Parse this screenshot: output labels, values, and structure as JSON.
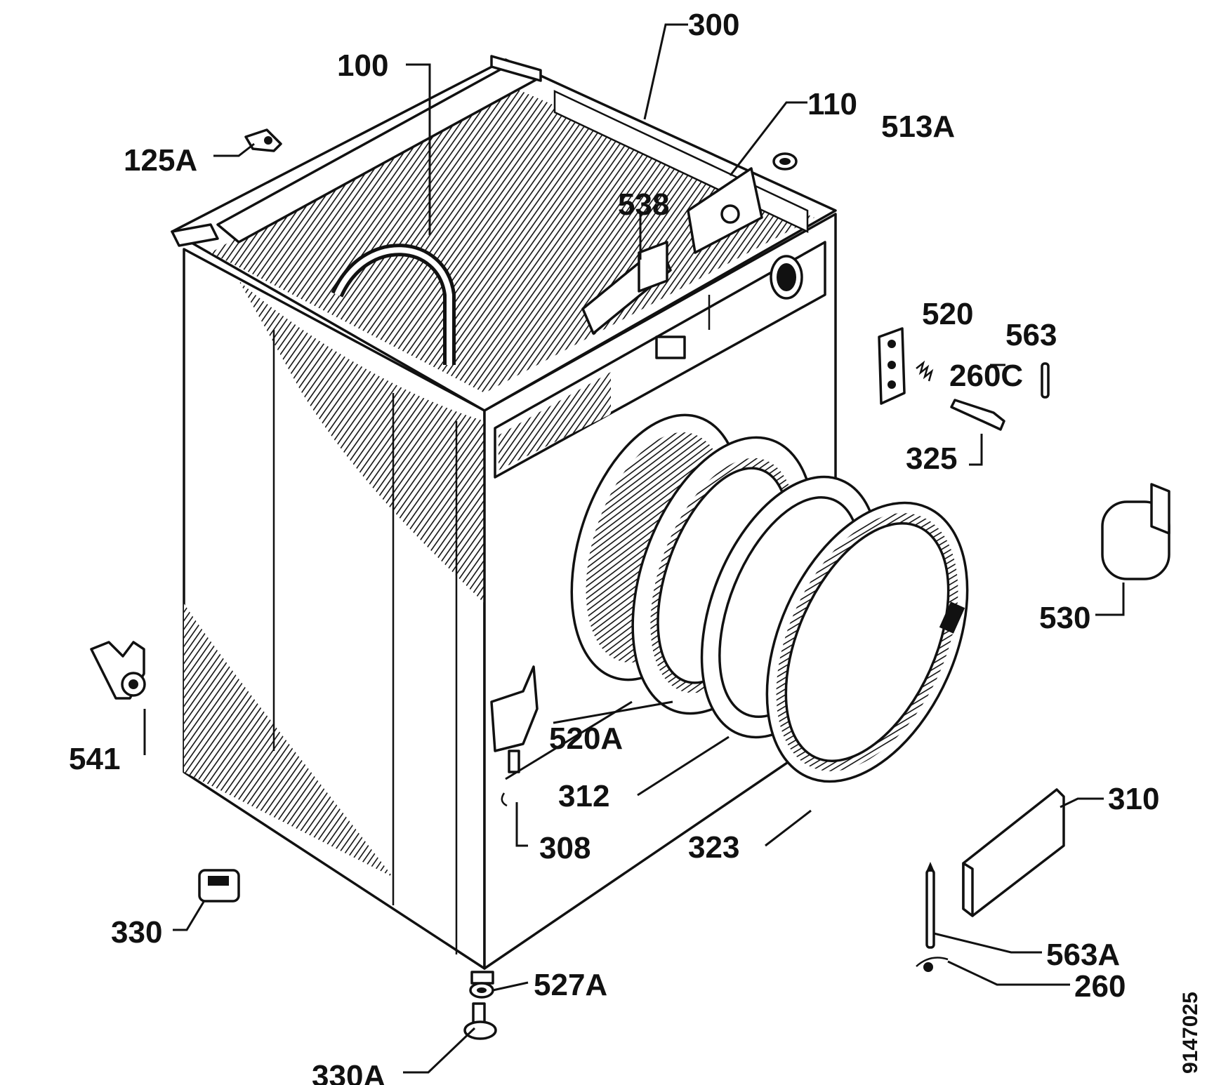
{
  "drawing_number": "9147025",
  "parts": [
    {
      "id": "p100",
      "label": "100"
    },
    {
      "id": "p300",
      "label": "300"
    },
    {
      "id": "p110",
      "label": "110"
    },
    {
      "id": "p513A",
      "label": "513A"
    },
    {
      "id": "p125A",
      "label": "125A"
    },
    {
      "id": "p538",
      "label": "538"
    },
    {
      "id": "p520",
      "label": "520"
    },
    {
      "id": "p563",
      "label": "563"
    },
    {
      "id": "p260C",
      "label": "260C"
    },
    {
      "id": "p325",
      "label": "325"
    },
    {
      "id": "p530",
      "label": "530"
    },
    {
      "id": "p541",
      "label": "541"
    },
    {
      "id": "p520A",
      "label": "520A"
    },
    {
      "id": "p312",
      "label": "312"
    },
    {
      "id": "p308",
      "label": "308"
    },
    {
      "id": "p323",
      "label": "323"
    },
    {
      "id": "p310",
      "label": "310"
    },
    {
      "id": "p330",
      "label": "330"
    },
    {
      "id": "p527A",
      "label": "527A"
    },
    {
      "id": "p330A",
      "label": "330A"
    },
    {
      "id": "p563A",
      "label": "563A"
    },
    {
      "id": "p260",
      "label": "260"
    }
  ]
}
